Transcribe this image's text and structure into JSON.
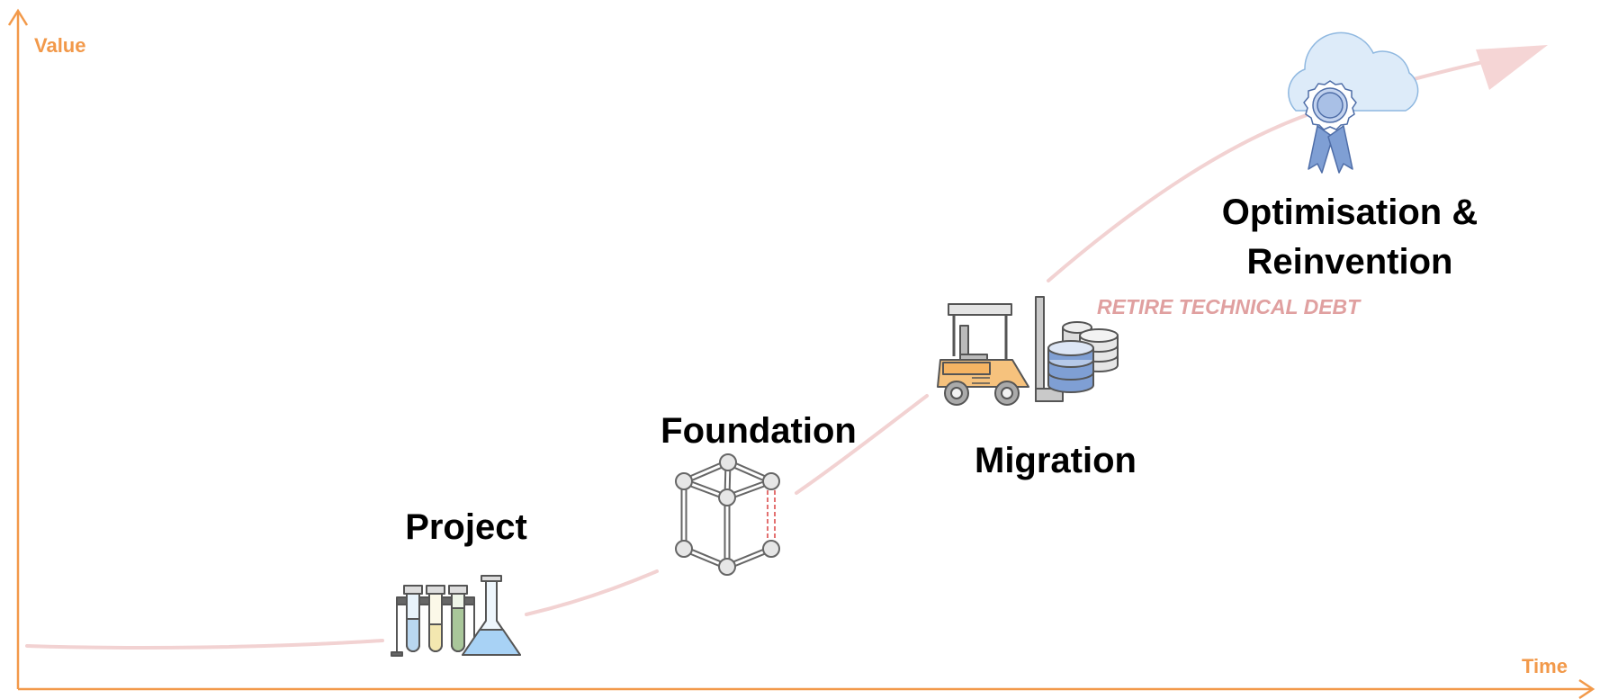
{
  "axes": {
    "y_label": "Value",
    "x_label": "Time",
    "axis_color": "#f2994a"
  },
  "curve": {
    "color": "#f2d2d2"
  },
  "stages": [
    {
      "id": "project",
      "label": "Project",
      "icon": "lab-glassware-icon"
    },
    {
      "id": "foundation",
      "label": "Foundation",
      "icon": "wireframe-cube-icon"
    },
    {
      "id": "migration",
      "label": "Migration",
      "icon": "forklift-database-icon"
    },
    {
      "id": "optimisation",
      "label_line1": "Optimisation &",
      "label_line2": "Reinvention",
      "icon": "cloud-award-icon"
    }
  ],
  "annotation": {
    "text": "RETIRE TECHNICAL DEBT",
    "color": "#e0a0a0"
  }
}
